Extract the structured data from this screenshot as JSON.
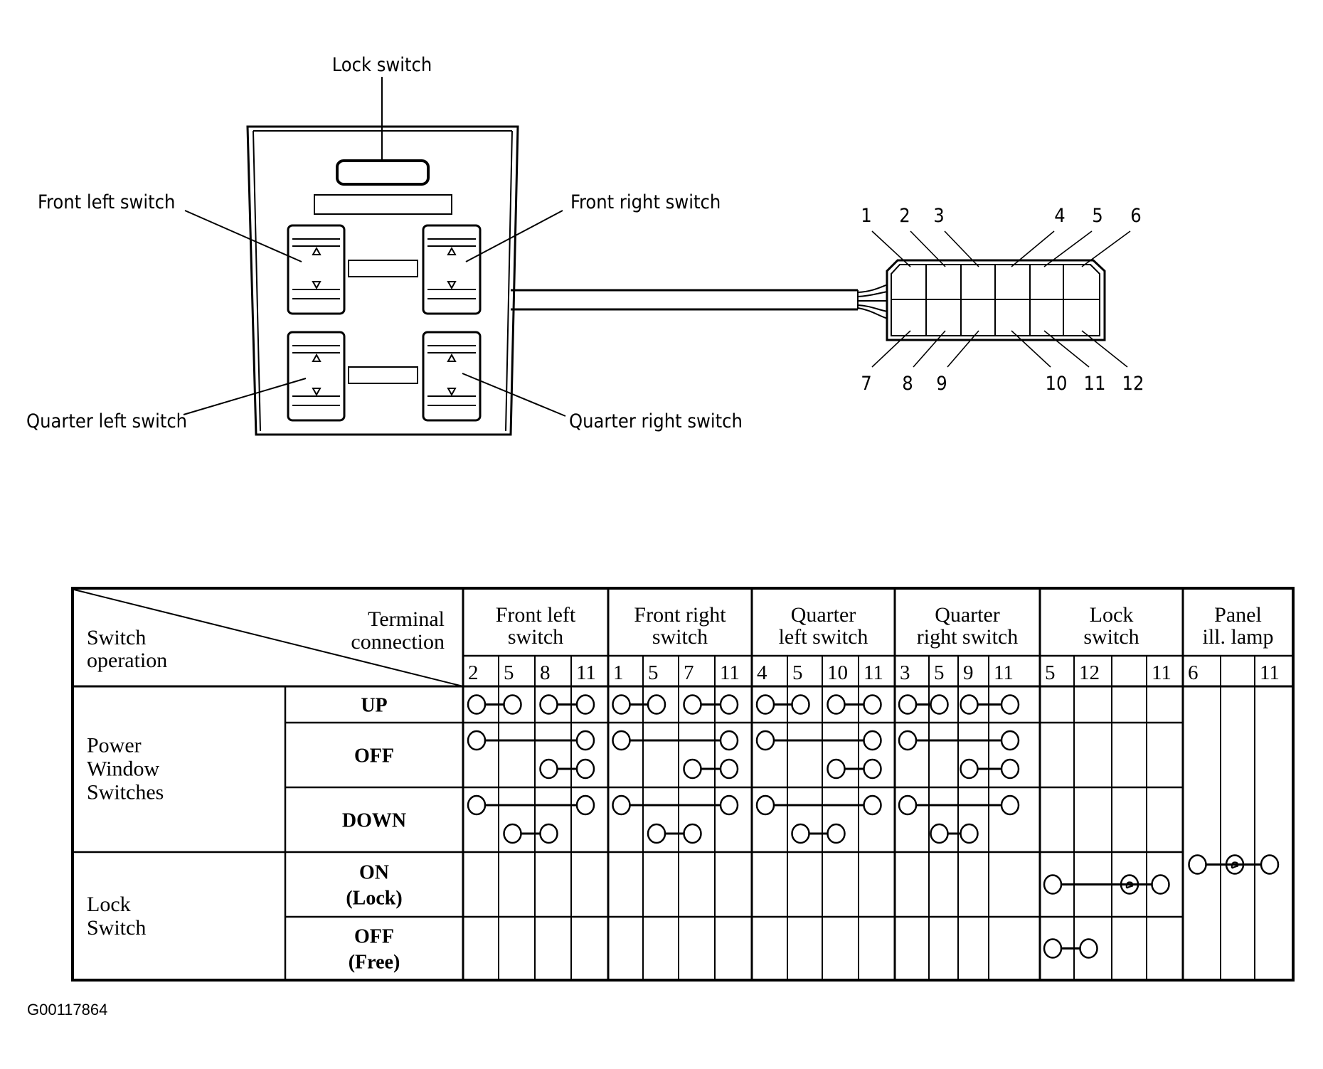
{
  "figure_id": "G00117864",
  "diagram": {
    "lock_switch_label": "Lock switch",
    "front_left_label": "Front left switch",
    "front_right_label": "Front right switch",
    "quarter_left_label": "Quarter left switch",
    "quarter_right_label": "Quarter right switch",
    "connector": {
      "top_terminals": [
        "1",
        "2",
        "3",
        "4",
        "5",
        "6"
      ],
      "bottom_terminals": [
        "7",
        "8",
        "9",
        "10",
        "11",
        "12"
      ]
    }
  },
  "table": {
    "corner": {
      "row_header": [
        "Switch",
        "operation"
      ],
      "col_header": [
        "Terminal",
        "connection"
      ]
    },
    "groups": [
      {
        "label": [
          "Front left",
          "switch"
        ],
        "terminals": [
          "2",
          "5",
          "8",
          "11"
        ]
      },
      {
        "label": [
          "Front right",
          "switch"
        ],
        "terminals": [
          "1",
          "5",
          "7",
          "11"
        ]
      },
      {
        "label": [
          "Quarter",
          "left switch"
        ],
        "terminals": [
          "4",
          "5",
          "10",
          "11"
        ]
      },
      {
        "label": [
          "Quarter",
          "right switch"
        ],
        "terminals": [
          "3",
          "5",
          "9",
          "11"
        ]
      },
      {
        "label": [
          "Lock",
          "switch"
        ],
        "terminals": [
          "5",
          "12",
          "",
          "11"
        ]
      },
      {
        "label": [
          "Panel",
          "ill. lamp"
        ],
        "terminals": [
          "6",
          "",
          "11"
        ]
      }
    ],
    "row_groups": [
      {
        "label": [
          "Power",
          "Window",
          "Switches"
        ],
        "rows": [
          {
            "label": [
              "UP"
            ]
          },
          {
            "label": [
              "OFF"
            ]
          },
          {
            "label": [
              "DOWN"
            ]
          }
        ]
      },
      {
        "label": [
          "Lock",
          "Switch"
        ],
        "rows": [
          {
            "label": [
              "ON",
              "(Lock)"
            ]
          },
          {
            "label": [
              "OFF",
              "(Free)"
            ]
          }
        ]
      }
    ],
    "connections": [
      {
        "row": "UP",
        "group": "Front left switch",
        "links": [
          [
            "2",
            "5"
          ],
          [
            "8",
            "11"
          ]
        ]
      },
      {
        "row": "UP",
        "group": "Front right switch",
        "links": [
          [
            "1",
            "5"
          ],
          [
            "7",
            "11"
          ]
        ]
      },
      {
        "row": "UP",
        "group": "Quarter left switch",
        "links": [
          [
            "4",
            "5"
          ],
          [
            "10",
            "11"
          ]
        ]
      },
      {
        "row": "UP",
        "group": "Quarter right switch",
        "links": [
          [
            "3",
            "5"
          ],
          [
            "9",
            "11"
          ]
        ]
      },
      {
        "row": "OFF",
        "group": "Front left switch",
        "links": [
          [
            "2",
            "11"
          ],
          [
            "8",
            "11"
          ]
        ]
      },
      {
        "row": "OFF",
        "group": "Front right switch",
        "links": [
          [
            "1",
            "11"
          ],
          [
            "7",
            "11"
          ]
        ]
      },
      {
        "row": "OFF",
        "group": "Quarter left switch",
        "links": [
          [
            "4",
            "11"
          ],
          [
            "10",
            "11"
          ]
        ]
      },
      {
        "row": "OFF",
        "group": "Quarter right switch",
        "links": [
          [
            "3",
            "11"
          ],
          [
            "9",
            "11"
          ]
        ]
      },
      {
        "row": "DOWN",
        "group": "Front left switch",
        "links": [
          [
            "2",
            "11"
          ],
          [
            "5",
            "8"
          ]
        ]
      },
      {
        "row": "DOWN",
        "group": "Front right switch",
        "links": [
          [
            "1",
            "11"
          ],
          [
            "5",
            "7"
          ]
        ]
      },
      {
        "row": "DOWN",
        "group": "Quarter left switch",
        "links": [
          [
            "4",
            "11"
          ],
          [
            "5",
            "10"
          ]
        ]
      },
      {
        "row": "DOWN",
        "group": "Quarter right switch",
        "links": [
          [
            "3",
            "11"
          ],
          [
            "5",
            "9"
          ]
        ]
      },
      {
        "row": "ON (Lock)",
        "group": "Lock switch",
        "links": [
          [
            "5",
            "11"
          ]
        ],
        "lamp_col": 3
      },
      {
        "row": "OFF (Free)",
        "group": "Lock switch",
        "links": [
          [
            "5",
            "12"
          ]
        ]
      },
      {
        "row": "all",
        "group": "Panel ill. lamp",
        "links": [
          [
            "6",
            "11"
          ]
        ],
        "lamp_col": 2
      }
    ]
  }
}
